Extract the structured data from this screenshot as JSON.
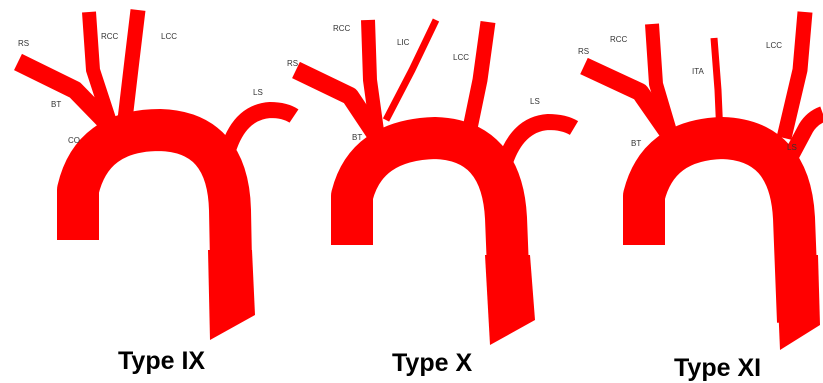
{
  "colors": {
    "vessel": "#ff0000",
    "label": "#333333",
    "title": "#000000",
    "background": "#ffffff"
  },
  "panels": [
    {
      "title": "Type IX",
      "labels": {
        "rs": "RS",
        "rcc": "RCC",
        "lcc": "LCC",
        "bt": "BT",
        "co": "CO",
        "ls": "LS"
      }
    },
    {
      "title": "Type X",
      "labels": {
        "rcc": "RCC",
        "lic": "LIC",
        "rs": "RS",
        "lcc": "LCC",
        "ls": "LS",
        "bt": "BT"
      }
    },
    {
      "title": "Type XI",
      "labels": {
        "rs": "RS",
        "rcc": "RCC",
        "lcc": "LCC",
        "ita": "ITA",
        "bt": "BT",
        "ls": "LS"
      }
    }
  ]
}
